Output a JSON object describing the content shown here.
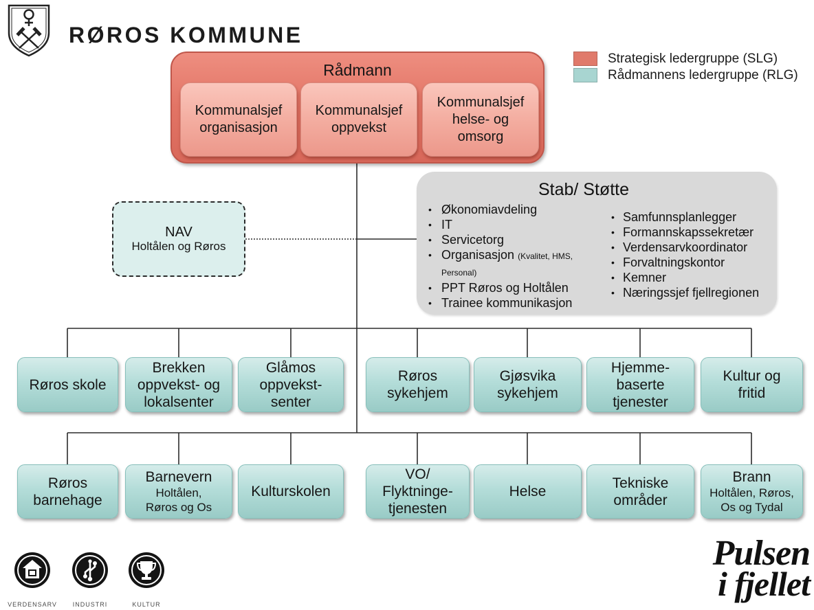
{
  "header": {
    "org_name": "RØROS KOMMUNE",
    "emblem_icon": "coat-of-arms-icon"
  },
  "legend": {
    "items": [
      {
        "label": "Strategisk ledergruppe (SLG)",
        "color": "#e07a6b"
      },
      {
        "label": "Rådmannens ledergruppe (RLG)",
        "color": "#a8d5d1"
      }
    ]
  },
  "radmann": {
    "title": "Rådmann",
    "units": [
      {
        "lines": [
          "Kommunalsjef",
          "organisasjon"
        ]
      },
      {
        "lines": [
          "Kommunalsjef",
          "oppvekst"
        ]
      },
      {
        "lines": [
          "Kommunalsjef",
          "helse- og",
          "omsorg"
        ]
      }
    ]
  },
  "nav": {
    "title": "NAV",
    "subtitle": "Holtålen og Røros"
  },
  "stab": {
    "title": "Stab/ Støtte",
    "left": [
      {
        "text": "Økonomiavdeling"
      },
      {
        "text": "IT"
      },
      {
        "text": "Servicetorg"
      },
      {
        "text": "Organisasjon",
        "note": "(Kvalitet, HMS, Personal)"
      },
      {
        "text": "PPT Røros og Holtålen"
      },
      {
        "text": "Trainee kommunikasjon"
      }
    ],
    "right": [
      {
        "text": "Samfunnsplanlegger"
      },
      {
        "text": "Formannskapssekretær"
      },
      {
        "text": "Verdensarvkoordinator"
      },
      {
        "text": "Forvaltningskontor"
      },
      {
        "text": "Kemner"
      },
      {
        "text": "Næringssjef fjellregionen"
      }
    ]
  },
  "units_row1": [
    {
      "lines": [
        "Røros skole"
      ]
    },
    {
      "lines": [
        "Brekken",
        "oppvekst- og",
        "lokalsenter"
      ]
    },
    {
      "lines": [
        "Glåmos",
        "oppvekst-",
        "senter"
      ]
    },
    {
      "lines": [
        "Røros",
        "sykehjem"
      ]
    },
    {
      "lines": [
        "Gjøsvika",
        "sykehjem"
      ]
    },
    {
      "lines": [
        "Hjemme-",
        "baserte",
        "tjenester"
      ]
    },
    {
      "lines": [
        "Kultur og",
        "fritid"
      ]
    }
  ],
  "units_row2": [
    {
      "lines": [
        "Røros",
        "barnehage"
      ]
    },
    {
      "lines": [
        "Barnevern"
      ],
      "sub": [
        "Holtålen,",
        "Røros og Os"
      ]
    },
    {
      "lines": [
        "Kulturskolen"
      ]
    },
    {
      "lines": [
        "VO/",
        "Flyktninge-",
        "tjenesten"
      ]
    },
    {
      "lines": [
        "Helse"
      ]
    },
    {
      "lines": [
        "Tekniske",
        "områder"
      ]
    },
    {
      "lines": [
        "Brann"
      ],
      "sub": [
        "Holtålen, Røros,",
        "Os og Tydal"
      ]
    }
  ],
  "footer": {
    "badges": [
      {
        "icon": "house-icon",
        "label": "VERDENSARV"
      },
      {
        "icon": "circuit-icon",
        "label": "INDUSTRI"
      },
      {
        "icon": "trophy-icon",
        "label": "KULTUR"
      }
    ],
    "brand_logo": [
      "Pulsen",
      "i fjellet"
    ]
  }
}
